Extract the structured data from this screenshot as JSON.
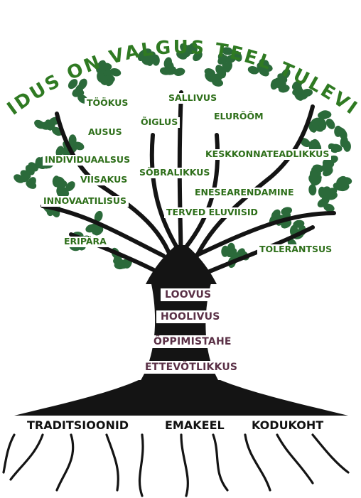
{
  "title": "HARIDUS ON VALGUS TEEL TULEVIKKU",
  "colors": {
    "title": "#2f7a22",
    "leaf_words": "#2e6f1a",
    "trunk_words": "#5a3046",
    "root_words": "#111111",
    "foliage": "#2b6a3a",
    "trunk": "#141414"
  },
  "crown_values": [
    "TÖÖKUS",
    "SALLIVUS",
    "AUSUS",
    "ÕIGLUS",
    "ELURÕÕM",
    "INDIVIDUAALSUS",
    "KESKKONNATEADLIKKUS",
    "VIISAKUS",
    "SÕBRALIKKUS",
    "ENESEARENDAMINE",
    "INNOVAATILISUS",
    "TERVED ELUVIISID",
    "ERIPÄRA",
    "TOLERANTSUS"
  ],
  "trunk_values": [
    "LOOVUS",
    "HOOLIVUS",
    "ÕPPIMISTAHE",
    "ETTEVÕTLIKKUS"
  ],
  "root_values": [
    "TRADITSIOONID",
    "EMAKEEL",
    "KODUKOHT"
  ]
}
